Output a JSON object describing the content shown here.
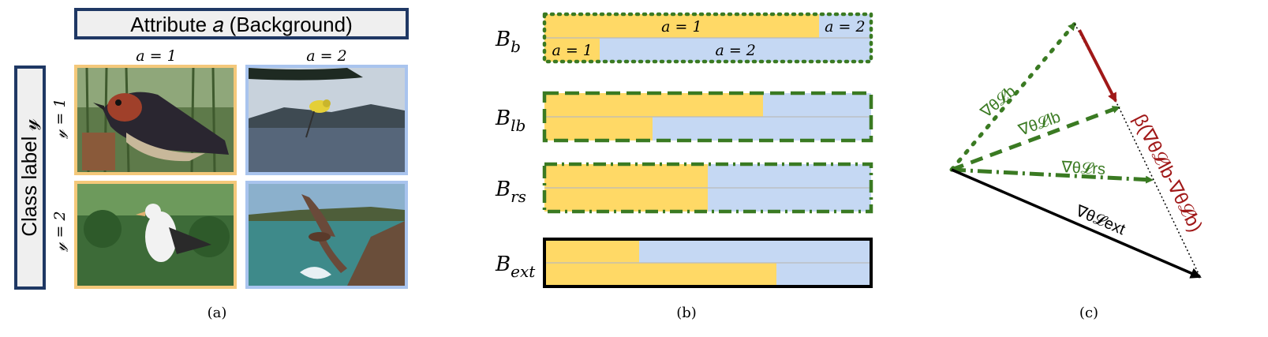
{
  "colors": {
    "yellow": "#FFD966",
    "blue": "#C5D8F3",
    "green": "#3A7A22",
    "red": "#A01818",
    "navy": "#1F3864",
    "black": "#000000",
    "panel_yellow_border": "#F4C87A",
    "panel_blue_border": "#A9C4EE"
  },
  "panel_a": {
    "caption": "(a)",
    "attribute_title": "Attribute 𝑎 (Background)",
    "class_label": "Class label 𝓎",
    "col_labels": [
      "𝑎 = 1",
      "𝑎 = 2"
    ],
    "row_labels": [
      "𝓎 = 1",
      "𝓎 = 2"
    ],
    "photos": [
      {
        "name": "swallow-in-bamboo-forest",
        "icon": "bird-photo"
      },
      {
        "name": "yellow-bird-over-lake",
        "icon": "bird-photo"
      },
      {
        "name": "albatross-in-forest",
        "icon": "bird-photo"
      },
      {
        "name": "seabird-over-water",
        "icon": "bird-photo"
      }
    ]
  },
  "panel_b": {
    "caption": "(b)",
    "batches": [
      {
        "label": "B",
        "sub": "b",
        "border": "dotted",
        "top_fraction_a1": 0.84,
        "bottom_fraction_a1": 0.17,
        "top_labels": [
          "𝑎 = 1",
          "𝑎 = 2"
        ],
        "bottom_labels": [
          "𝑎 = 1",
          "𝑎 = 2"
        ]
      },
      {
        "label": "B",
        "sub": "lb",
        "border": "dashed",
        "top_fraction_a1": 0.67,
        "bottom_fraction_a1": 0.33
      },
      {
        "label": "B",
        "sub": "rs",
        "border": "dashdot",
        "top_fraction_a1": 0.5,
        "bottom_fraction_a1": 0.5
      },
      {
        "label": "B",
        "sub": "ext",
        "border": "solid",
        "top_fraction_a1": 0.29,
        "bottom_fraction_a1": 0.71
      }
    ]
  },
  "panel_c": {
    "caption": "(c)",
    "grad_b": "∇θ𝓛b",
    "grad_lb": "∇θ𝓛lb",
    "grad_rs": "∇θ𝓛rs",
    "grad_ext": "∇θ𝓛ext",
    "beta_expr": "β(∇θ𝓛lb-∇θ𝓛b)"
  }
}
